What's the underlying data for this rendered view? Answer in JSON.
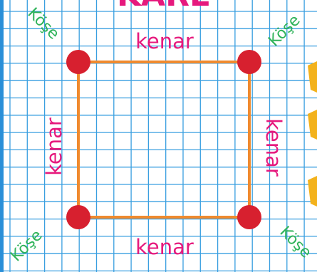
{
  "title": "KARE",
  "labels": {
    "edge_top": "kenar",
    "edge_bottom": "kenar",
    "edge_left": "kenar",
    "edge_right": "kenar",
    "corner_top_left": "Köşe",
    "corner_top_right": "Köşe",
    "corner_bottom_left": "Köşe",
    "corner_bottom_right": "Köşe"
  },
  "colors": {
    "paper": "#ffffff",
    "grid_line": "#3a9fe0",
    "square_edge": "#f08a2e",
    "vertex": "#d7202f",
    "edge_label": "#e6197d",
    "corner_label": "#2fb35a",
    "title": "#e6197d",
    "left_border": "#2a8fd8",
    "flag": "#f3b21c"
  }
}
